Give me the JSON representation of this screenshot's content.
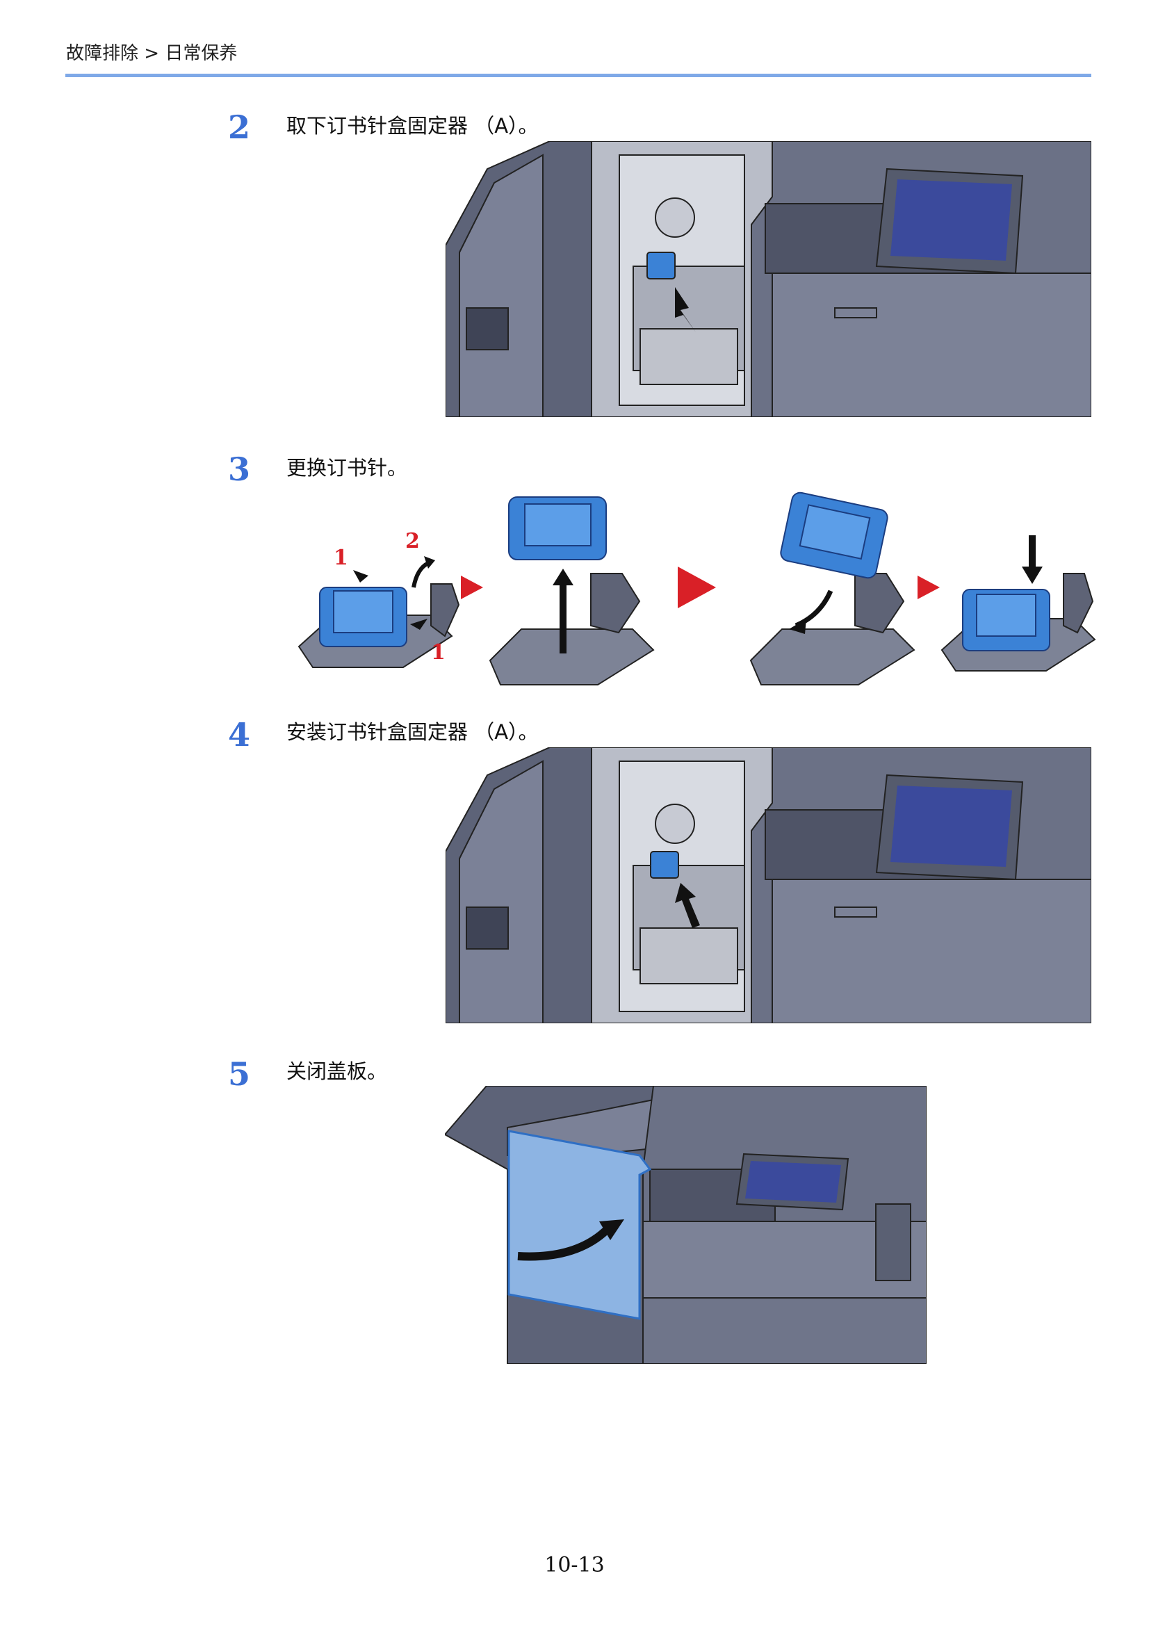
{
  "header": {
    "breadcrumb": "故障排除 > 日常保养"
  },
  "steps": [
    {
      "number": "2",
      "text": "取下订书针盒固定器 （A）。"
    },
    {
      "number": "3",
      "text": "更换订书针。"
    },
    {
      "number": "4",
      "text": "安装订书针盒固定器 （A）。"
    },
    {
      "number": "5",
      "text": "关闭盖板。"
    }
  ],
  "step3_figure": {
    "labels": [
      "1",
      "2",
      "1"
    ],
    "arrow_color": "#d92027",
    "part_color": "#3b82d6"
  },
  "footer": {
    "page_number": "10-13"
  }
}
